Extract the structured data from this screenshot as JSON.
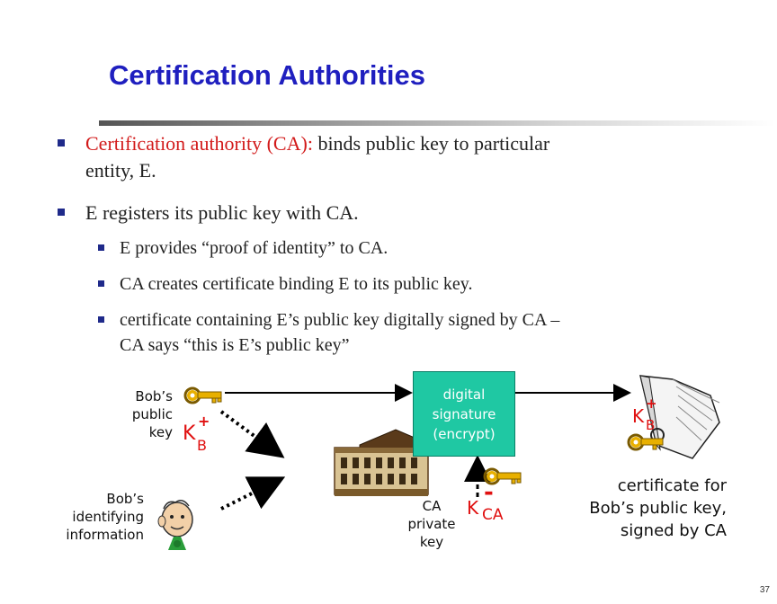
{
  "slide": {
    "title": "Certification Authorities",
    "page_number": "37"
  },
  "bullets": [
    {
      "red_prefix": "Certification authority (CA):",
      "line1_rest": " binds public key to particular",
      "line2": "entity, E."
    },
    {
      "text": "E registers its public key with CA."
    }
  ],
  "sub_bullets": [
    "E provides “proof of identity” to CA.",
    "CA creates certificate binding E to its public key.",
    "certificate containing E’s public key digitally signed by CA –",
    "CA says “this is E’s public key”"
  ],
  "diagram": {
    "bob_public_key_label": "Bob’s\npublic\nkey",
    "bob_identifying_label": "Bob’s\nidentifying\ninformation",
    "digital_signature_label": "digital\nsignature\n(encrypt)",
    "ca_private_key_label": "CA\nprivate\nkey",
    "key_letter": "K",
    "bob_subscript": "B",
    "plus_sign": "+",
    "minus_sign": "-",
    "ca_subscript": "CA",
    "certificate_label": "certificate for\nBob’s public key,\nsigned by CA"
  },
  "colors": {
    "title": "#1f1fbf",
    "accent_red": "#d21a1a",
    "signature_box": "#1fc8a3",
    "key_gold": "#e8b000"
  }
}
